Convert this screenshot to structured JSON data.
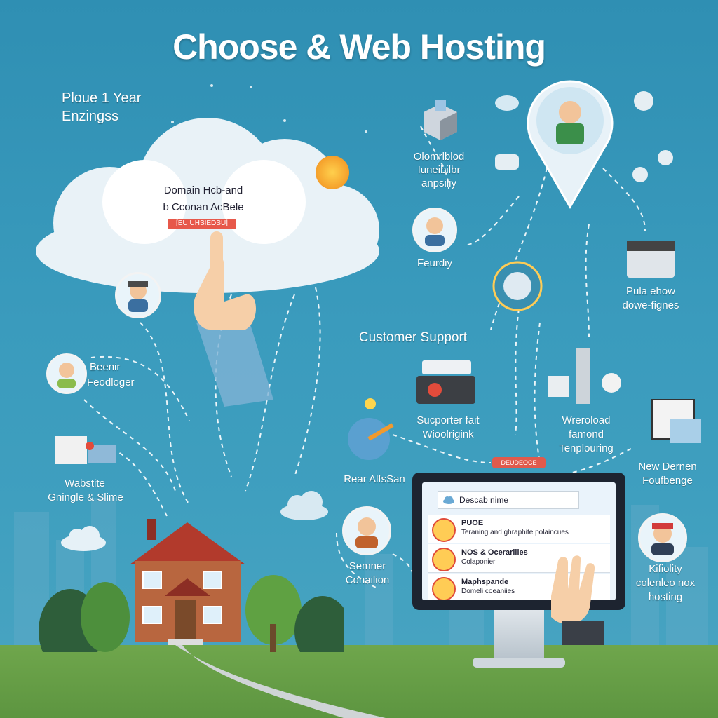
{
  "title": "Choose & Web Hosting",
  "top_left": {
    "line1": "Ploue 1 Year",
    "line2": "Enzingss"
  },
  "cloud": {
    "line1": "Domain Hcb-and",
    "line2": "b Cconan AcBele",
    "tag": "[EU UHSIEDSU]"
  },
  "labels": {
    "top_center": {
      "line1": "Olomrlblod",
      "line2": "Iuneibilbr",
      "line3": "anpsiliy"
    },
    "feurdiy": "Feurdiy",
    "pula": {
      "line1": "Pula ehow",
      "line2": "dowe-fignes"
    },
    "customer_support": "Customer Support",
    "beenir": {
      "line1": "Beenir",
      "line2": "Feodloger"
    },
    "website": {
      "line1": "Wabstite",
      "line2": "Gningle & Slime"
    },
    "supporter": {
      "line1": "Sucporter fait",
      "line2": "Wioolrigink"
    },
    "wreroload": {
      "line1": "Wreroload",
      "line2": "famond",
      "line3": "Tenplouring"
    },
    "rear": "Rear AlfsSan",
    "new_dernen": {
      "line1": "New Dernen",
      "line2": "Foufbenge"
    },
    "server": {
      "line1": "Semner",
      "line2": "Conailion"
    },
    "kifiolty": {
      "line1": "Kifiolity",
      "line2": "colenleo nox",
      "line3": "hosting"
    }
  },
  "badge": "DEUDEOCE",
  "screen": {
    "search_text": "Descab nime",
    "rows": [
      {
        "title": "PUOE",
        "desc": "Teraning and ghraphite polaincues"
      },
      {
        "title": "NOS & Ocerarilles",
        "desc": "Colaponier"
      },
      {
        "title": "Maphspande",
        "desc": "Domeli coeaniies"
      }
    ]
  },
  "colors": {
    "background": "#3a9bbd",
    "accent": "#e05a4c",
    "ground": "#6fa64c"
  },
  "icons": [
    "cloud-icon",
    "hand-pointer-icon",
    "house-icon",
    "monitor-icon",
    "server-icon",
    "avatar-icon",
    "location-pin-icon",
    "router-icon",
    "lightbulb-icon",
    "envelope-icon",
    "robot-arm-icon",
    "globe-icon"
  ]
}
